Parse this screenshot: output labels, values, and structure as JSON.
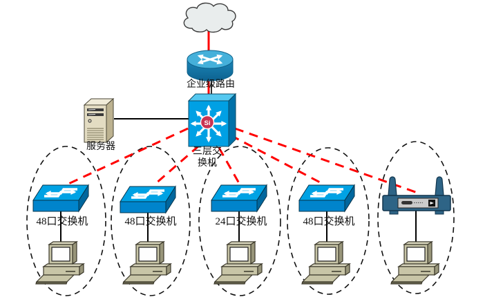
{
  "nodes": {
    "internet_cloud": {
      "icon": "cloud-icon",
      "label": ""
    },
    "router": {
      "icon": "router-icon",
      "label": "企业级路由"
    },
    "core_switch": {
      "icon": "layer3-switch-icon",
      "label": "三层交\n换机",
      "badge": "Si"
    },
    "server": {
      "icon": "server-tower-icon",
      "label": "服务器"
    },
    "access_groups": [
      {
        "icon": "switch-icon",
        "label": "48口交换机",
        "endpoint": "desktop-pc-icon"
      },
      {
        "icon": "switch-icon",
        "label": "48口交换机",
        "endpoint": "desktop-pc-icon"
      },
      {
        "icon": "switch-icon",
        "label": "24口交换机",
        "endpoint": "desktop-pc-icon"
      },
      {
        "icon": "switch-icon",
        "label": "48口交换机",
        "endpoint": "desktop-pc-icon"
      },
      {
        "icon": "wireless-ap-icon",
        "label": "",
        "endpoint": "desktop-pc-icon"
      }
    ]
  },
  "links": [
    {
      "from": "internet-cloud",
      "to": "router",
      "style": "red-solid"
    },
    {
      "from": "router",
      "to": "core-switch",
      "style": "red-solid-and-black-solid"
    },
    {
      "from": "server",
      "to": "core-switch",
      "style": "black-solid"
    },
    {
      "from": "core-switch",
      "to": "group-1-switch",
      "style": "red-dashed"
    },
    {
      "from": "core-switch",
      "to": "group-2-switch",
      "style": "red-dashed"
    },
    {
      "from": "core-switch",
      "to": "group-3-switch",
      "style": "red-dashed"
    },
    {
      "from": "core-switch",
      "to": "group-4-switch",
      "style": "red-dashed"
    },
    {
      "from": "core-switch",
      "to": "group-5-wireless-ap",
      "style": "red-dashed"
    },
    {
      "from": "group-1-switch",
      "to": "group-1-pc",
      "style": "black-solid"
    },
    {
      "from": "group-2-switch",
      "to": "group-2-pc",
      "style": "black-solid"
    },
    {
      "from": "group-3-switch",
      "to": "group-3-pc",
      "style": "black-solid"
    },
    {
      "from": "group-4-switch",
      "to": "group-4-pc",
      "style": "black-solid"
    },
    {
      "from": "group-5-wireless-ap",
      "to": "group-5-pc",
      "style": "black-solid"
    }
  ],
  "colors": {
    "link_red": "#ff0000",
    "line_black": "#000000",
    "switch_top_blue": "#00a2e4",
    "switch_front_blue": "#0084cc",
    "switch_side_blue": "#00679e",
    "router_top_blue": "#45b0da",
    "router_body_blue": "#1578aa",
    "si_badge_red": "#c93352",
    "server_beige": "#e3dcc2",
    "pc_khaki": "#c8c5a7",
    "ap_slate_blue": "#2e6486",
    "cloud_gray": "#e9eded"
  }
}
